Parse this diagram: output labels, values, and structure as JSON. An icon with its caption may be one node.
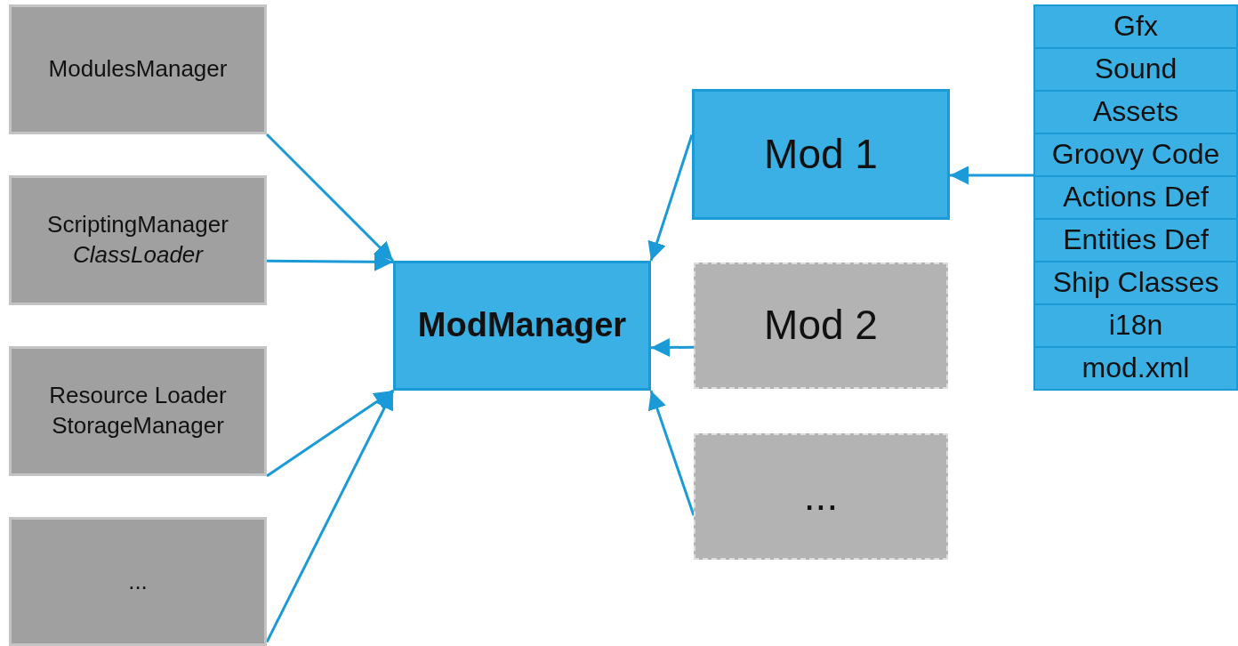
{
  "diagram": {
    "nodes": [
      {
        "text": [
          "ModulesManager"
        ]
      },
      {
        "text": [
          "ScriptingManager *ClassLoader*"
        ]
      },
      {
        "text": [
          "Resource Loader StorageManager"
        ]
      },
      {
        "text": [
          "..."
        ]
      },
      {
        "text": [
          "ModManager"
        ]
      },
      {
        "text": [
          "Mod 1"
        ]
      },
      {
        "text": [
          "Mod 2"
        ]
      },
      {
        "text": [
          "..."
        ]
      },
      {
        "text": [
          "Gfx"
        ]
      },
      {
        "text": [
          "Sound"
        ]
      },
      {
        "text": [
          "Assets"
        ]
      },
      {
        "text": [
          "Groovy Code"
        ]
      },
      {
        "text": [
          "Actions Def"
        ]
      },
      {
        "text": [
          "Entities Def"
        ]
      },
      {
        "text": [
          "Ship Classes"
        ]
      },
      {
        "text": [
          "i18n"
        ]
      },
      {
        "text": [
          "mod.xml"
        ]
      }
    ],
    "edges": [
      {
        "from": 0,
        "to": 4,
        "arrow": "to"
      },
      {
        "from": 1,
        "to": 4,
        "arrow": "to"
      },
      {
        "from": 2,
        "to": 4,
        "arrow": "to"
      },
      {
        "from": 3,
        "to": 4,
        "arrow": "to"
      },
      {
        "from": 5,
        "to": 4,
        "arrow": "to"
      },
      {
        "from": 6,
        "to": 4,
        "arrow": "to"
      },
      {
        "from": 7,
        "to": 4,
        "arrow": "to"
      },
      {
        "from": 11,
        "to": 5,
        "arrow": "to"
      }
    ]
  }
}
